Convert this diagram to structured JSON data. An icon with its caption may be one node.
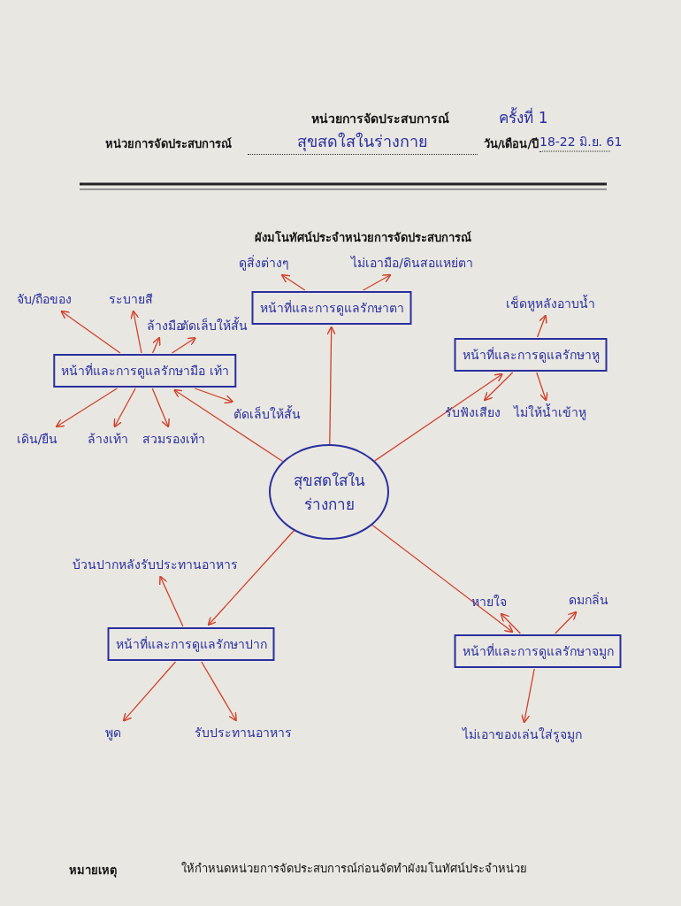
{
  "diagram": {
    "title": "หน่วยการจัดประสบการณ์",
    "nodes": [
      {
        "text": [
          "สุขสดใสในร่างกาย"
        ]
      },
      {
        "text": [
          "หน้าที่และการดูแลรักษาตา"
        ]
      },
      {
        "text": [
          "ดูสิ่งต่างๆ"
        ]
      },
      {
        "text": [
          "ไม่เอามือ/ดินสอแหย่ตา"
        ]
      },
      {
        "text": [
          "หน้าที่และการดูแลรักษามือ เท้า"
        ]
      },
      {
        "text": [
          "จับ/ถือของ"
        ]
      },
      {
        "text": [
          "ระบายสี"
        ]
      },
      {
        "text": [
          "ล้างมือ"
        ]
      },
      {
        "text": [
          "ตัดเล็บให้สั้น"
        ]
      },
      {
        "text": [
          "เดิน/ยืน"
        ]
      },
      {
        "text": [
          "ล้างเท้า"
        ]
      },
      {
        "text": [
          "สวมรองเท้า"
        ]
      },
      {
        "text": [
          "ตัดเล็บให้สั้น"
        ]
      },
      {
        "text": [
          "หน้าที่และการดูแลรักษาหู"
        ]
      },
      {
        "text": [
          "เช็ดหูหลังอาบน้ำ"
        ]
      },
      {
        "text": [
          "รับฟังเสียง"
        ]
      },
      {
        "text": [
          "ไม่ให้น้ำเข้าหู"
        ]
      },
      {
        "text": [
          "หน้าที่และการดูแลรักษาปาก"
        ]
      },
      {
        "text": [
          "บ้วนปากหลังรับประทานอาหาร"
        ]
      },
      {
        "text": [
          "พูด"
        ]
      },
      {
        "text": [
          "รับประทานอาหาร"
        ]
      },
      {
        "text": [
          "หน้าที่และการดูแลรักษาจมูก"
        ]
      },
      {
        "text": [
          "หายใจ"
        ]
      },
      {
        "text": [
          "ดมกลิ่น"
        ]
      },
      {
        "text": [
          "ไม่เอาของเล่นใส่รูจมูก"
        ]
      }
    ],
    "edges": [
      {
        "from": 0,
        "to": 1,
        "arrow": "to"
      },
      {
        "from": 1,
        "to": 2,
        "arrow": "to"
      },
      {
        "from": 1,
        "to": 3,
        "arrow": "to"
      },
      {
        "from": 0,
        "to": 4,
        "arrow": "to"
      },
      {
        "from": 4,
        "to": 5,
        "arrow": "to"
      },
      {
        "from": 4,
        "to": 6,
        "arrow": "to"
      },
      {
        "from": 4,
        "to": 7,
        "arrow": "to"
      },
      {
        "from": 4,
        "to": 8,
        "arrow": "to"
      },
      {
        "from": 4,
        "to": 9,
        "arrow": "to"
      },
      {
        "from": 4,
        "to": 10,
        "arrow": "to"
      },
      {
        "from": 4,
        "to": 11,
        "arrow": "to"
      },
      {
        "from": 4,
        "to": 12,
        "arrow": "to"
      },
      {
        "from": 0,
        "to": 13,
        "arrow": "to"
      },
      {
        "from": 13,
        "to": 14,
        "arrow": "to"
      },
      {
        "from": 13,
        "to": 15,
        "arrow": "to"
      },
      {
        "from": 13,
        "to": 16,
        "arrow": "to"
      },
      {
        "from": 0,
        "to": 17,
        "arrow": "to"
      },
      {
        "from": 17,
        "to": 18,
        "arrow": "to"
      },
      {
        "from": 17,
        "to": 19,
        "arrow": "to"
      },
      {
        "from": 17,
        "to": 20,
        "arrow": "to"
      },
      {
        "from": 0,
        "to": 21,
        "arrow": "to"
      },
      {
        "from": 21,
        "to": 22,
        "arrow": "to"
      },
      {
        "from": 21,
        "to": 23,
        "arrow": "to"
      },
      {
        "from": 21,
        "to": 24,
        "arrow": "to"
      }
    ],
    "labels": [
      "ครั้งที่ 1",
      "หน่วยการจัดประสบการณ์",
      "สุขสดใสในร่างกาย",
      "วัน/เดือน/ปี",
      "18-22 มิ.ย. 61",
      "ผังมโนทัศน์ประจำหน่วยการจัดประสบการณ์",
      "หมายเหตุ",
      "ให้กำหนดหน่วยการจัดประสบการณ์ก่อนจัดทำผังมโนทัศน์ประจำหน่วย"
    ]
  }
}
